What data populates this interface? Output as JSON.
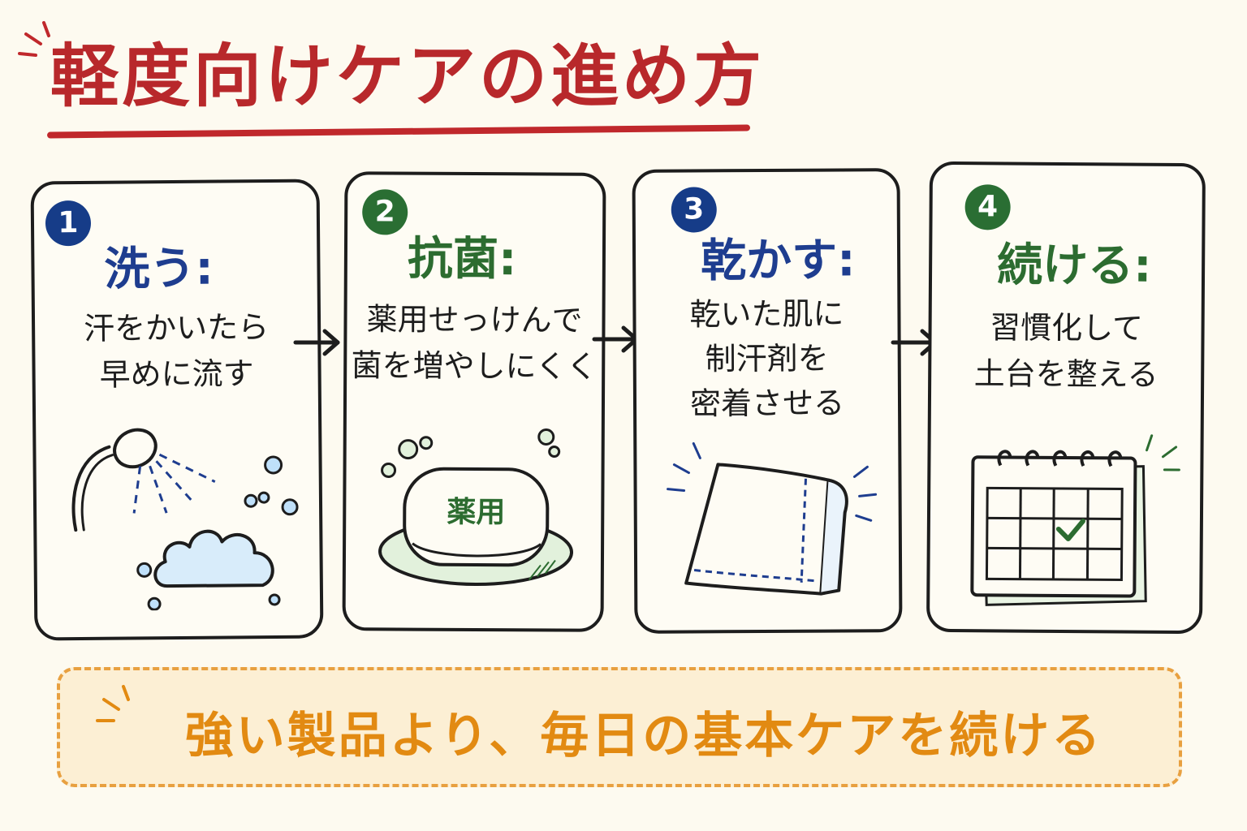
{
  "title": "軽度向けケアの進め方",
  "colors": {
    "title": "#b8282b",
    "blue": "#1e3d8f",
    "green": "#2c6c30",
    "banner_text": "#e28a12",
    "banner_border": "#e8a040",
    "banner_bg": "#fcefd4",
    "background": "#fdfaf0"
  },
  "steps": [
    {
      "number": "1",
      "title": "洗う:",
      "desc_line1": "汗をかいたら",
      "desc_line2": "早めに流す",
      "illustration": "shower-foam-icon",
      "accent": "blue"
    },
    {
      "number": "2",
      "title": "抗菌:",
      "desc_line1": "薬用せっけんで",
      "desc_line2": "菌を増やしにくく",
      "illustration": "medicated-soap-icon",
      "soap_label": "薬用",
      "accent": "green"
    },
    {
      "number": "3",
      "title": "乾かす:",
      "desc_line1": "乾いた肌に",
      "desc_line2": "制汗剤を",
      "desc_line3": "密着させる",
      "illustration": "towel-icon",
      "accent": "blue"
    },
    {
      "number": "4",
      "title": "続ける:",
      "desc_line1": "習慣化して",
      "desc_line2": "土台を整える",
      "illustration": "calendar-check-icon",
      "accent": "green"
    }
  ],
  "banner": {
    "text": "強い製品より、毎日の基本ケアを続ける"
  }
}
